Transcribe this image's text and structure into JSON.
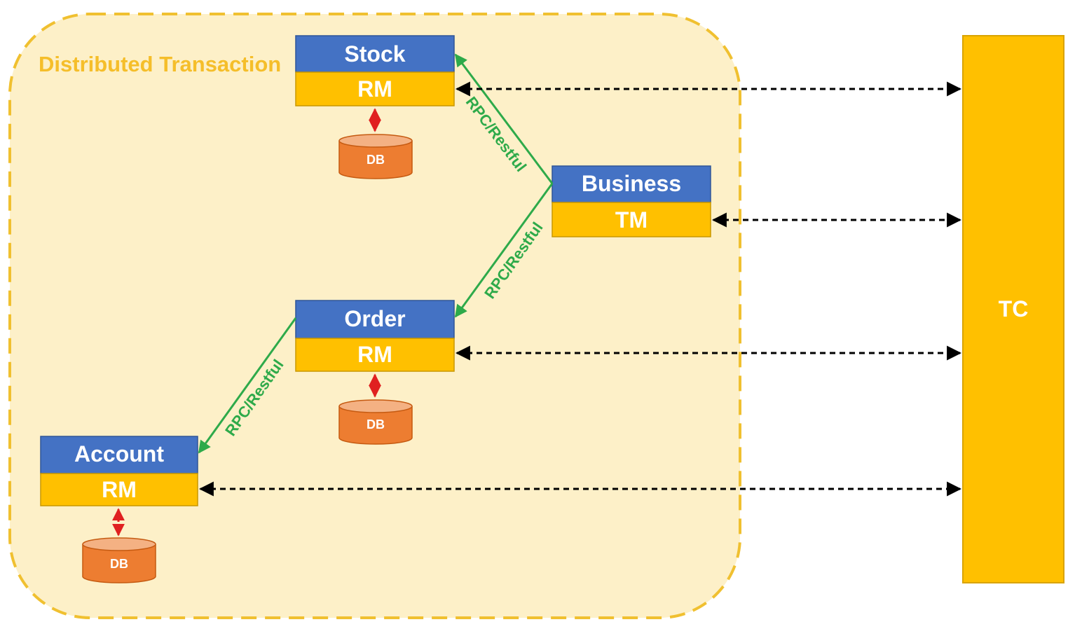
{
  "region": {
    "label": "Distributed Transaction"
  },
  "services": {
    "stock": {
      "name": "Stock",
      "role": "RM",
      "db": "DB"
    },
    "business": {
      "name": "Business",
      "role": "TM"
    },
    "order": {
      "name": "Order",
      "role": "RM",
      "db": "DB"
    },
    "account": {
      "name": "Account",
      "role": "RM",
      "db": "DB"
    }
  },
  "coordinator": {
    "label": "TC"
  },
  "connections": {
    "business_to_stock": "RPC/Restful",
    "business_to_order": "RPC/Restful",
    "order_to_account": "RPC/Restful"
  },
  "colors": {
    "header_blue": "#4472c4",
    "role_yellow": "#ffc000",
    "region_fill": "#fdf0c8",
    "region_border": "#f0c030",
    "region_text": "#f5be2a",
    "db_orange": "#ed7d31",
    "rpc_green": "#2eaa4a",
    "db_arrow_red": "#e02020",
    "tc_arrow_black": "#000000"
  }
}
